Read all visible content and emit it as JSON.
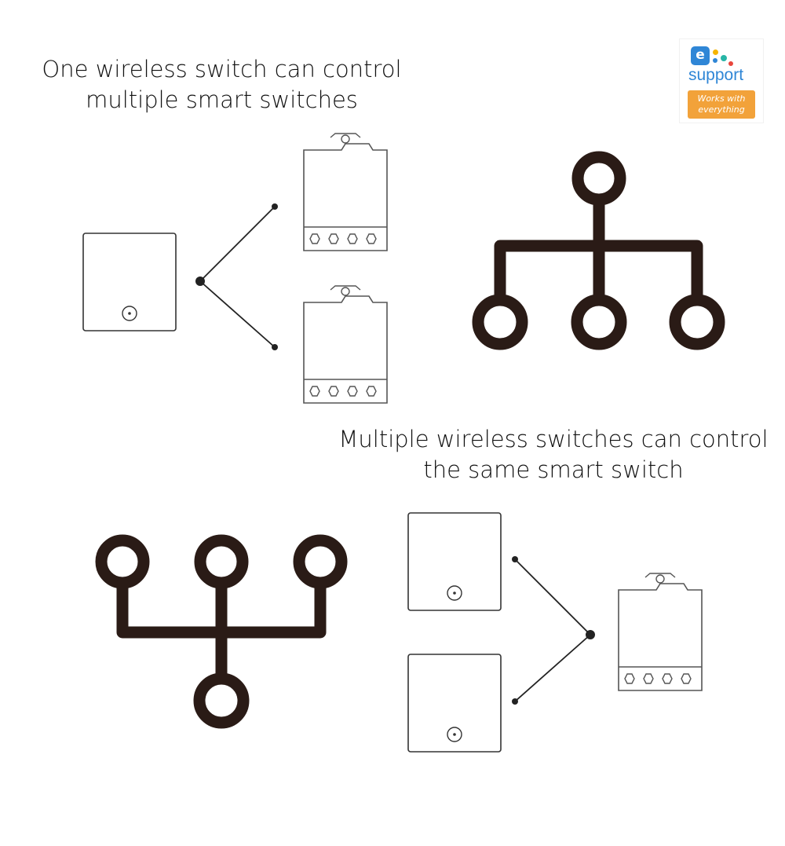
{
  "section_one": {
    "caption_lines": [
      "One wireless switch can control",
      "multiple smart switches"
    ]
  },
  "section_two": {
    "caption_lines": [
      "Multiple wireless switches can control",
      "the same smart switch"
    ]
  },
  "badge": {
    "letter": "e",
    "word": "support",
    "tag_lines": [
      "Works with",
      "everything"
    ],
    "colors": {
      "blue": "#2f86d6",
      "orange": "#f2a23a",
      "yellow": "#f6b400",
      "teal": "#27b5a6",
      "red": "#e8463c"
    }
  },
  "colors": {
    "ink": "#2a1b16",
    "line": "#222222",
    "device_stroke": "#555555"
  }
}
